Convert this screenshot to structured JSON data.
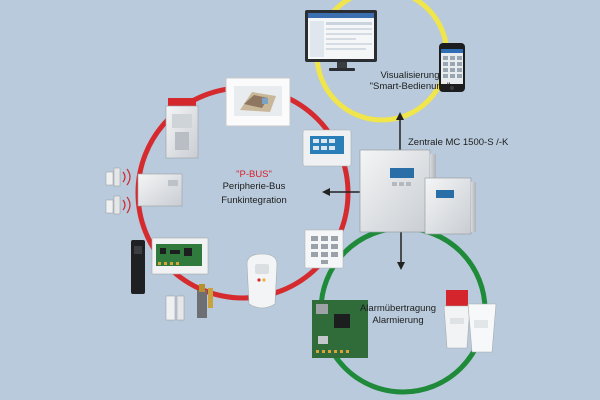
{
  "labels": {
    "pbus": "\"P-BUS\"",
    "peripherie": "Peripherie-Bus",
    "funk": "Funkintegration",
    "visualisierung": "Visualisierung",
    "smart": "\"Smart-Bedienung\"",
    "zentrale": "Zentrale MC 1500-S /-K",
    "alarmuebertragung": "Alarmübertragung",
    "alarmierung": "Alarmierung"
  },
  "colors": {
    "background": "#b8cadb",
    "pbus_ring": "#d52b2f",
    "visual_ring": "#f0e54a",
    "alarm_ring": "#1f8a3a",
    "arrow": "#222222"
  }
}
